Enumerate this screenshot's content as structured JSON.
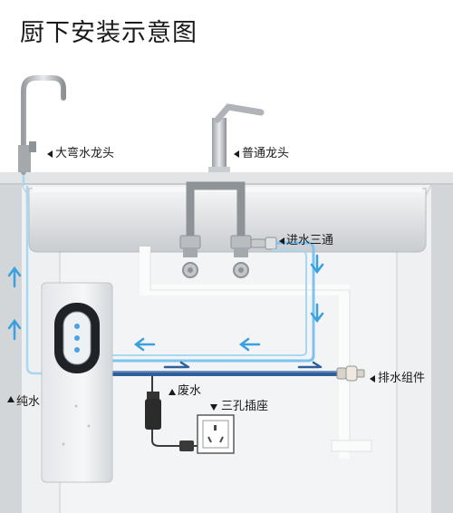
{
  "title": "厨下安装示意图",
  "labels": {
    "gooseneck_faucet": "大弯水龙头",
    "regular_faucet": "普通龙头",
    "inlet_tee": "进水三通",
    "drain_assembly": "排水组件",
    "waste_water": "废水",
    "pure_water": "纯水",
    "three_hole_socket": "三孔插座"
  },
  "colors": {
    "pure_water_line": "#7cc4ee",
    "waste_line": "#2f5f9a",
    "flow_arrow": "#3aa0e0",
    "cabinet": "#d9dbde"
  },
  "icons": {
    "marker_left": "triangle-left",
    "marker_up": "triangle-up",
    "marker_down": "triangle-down"
  }
}
